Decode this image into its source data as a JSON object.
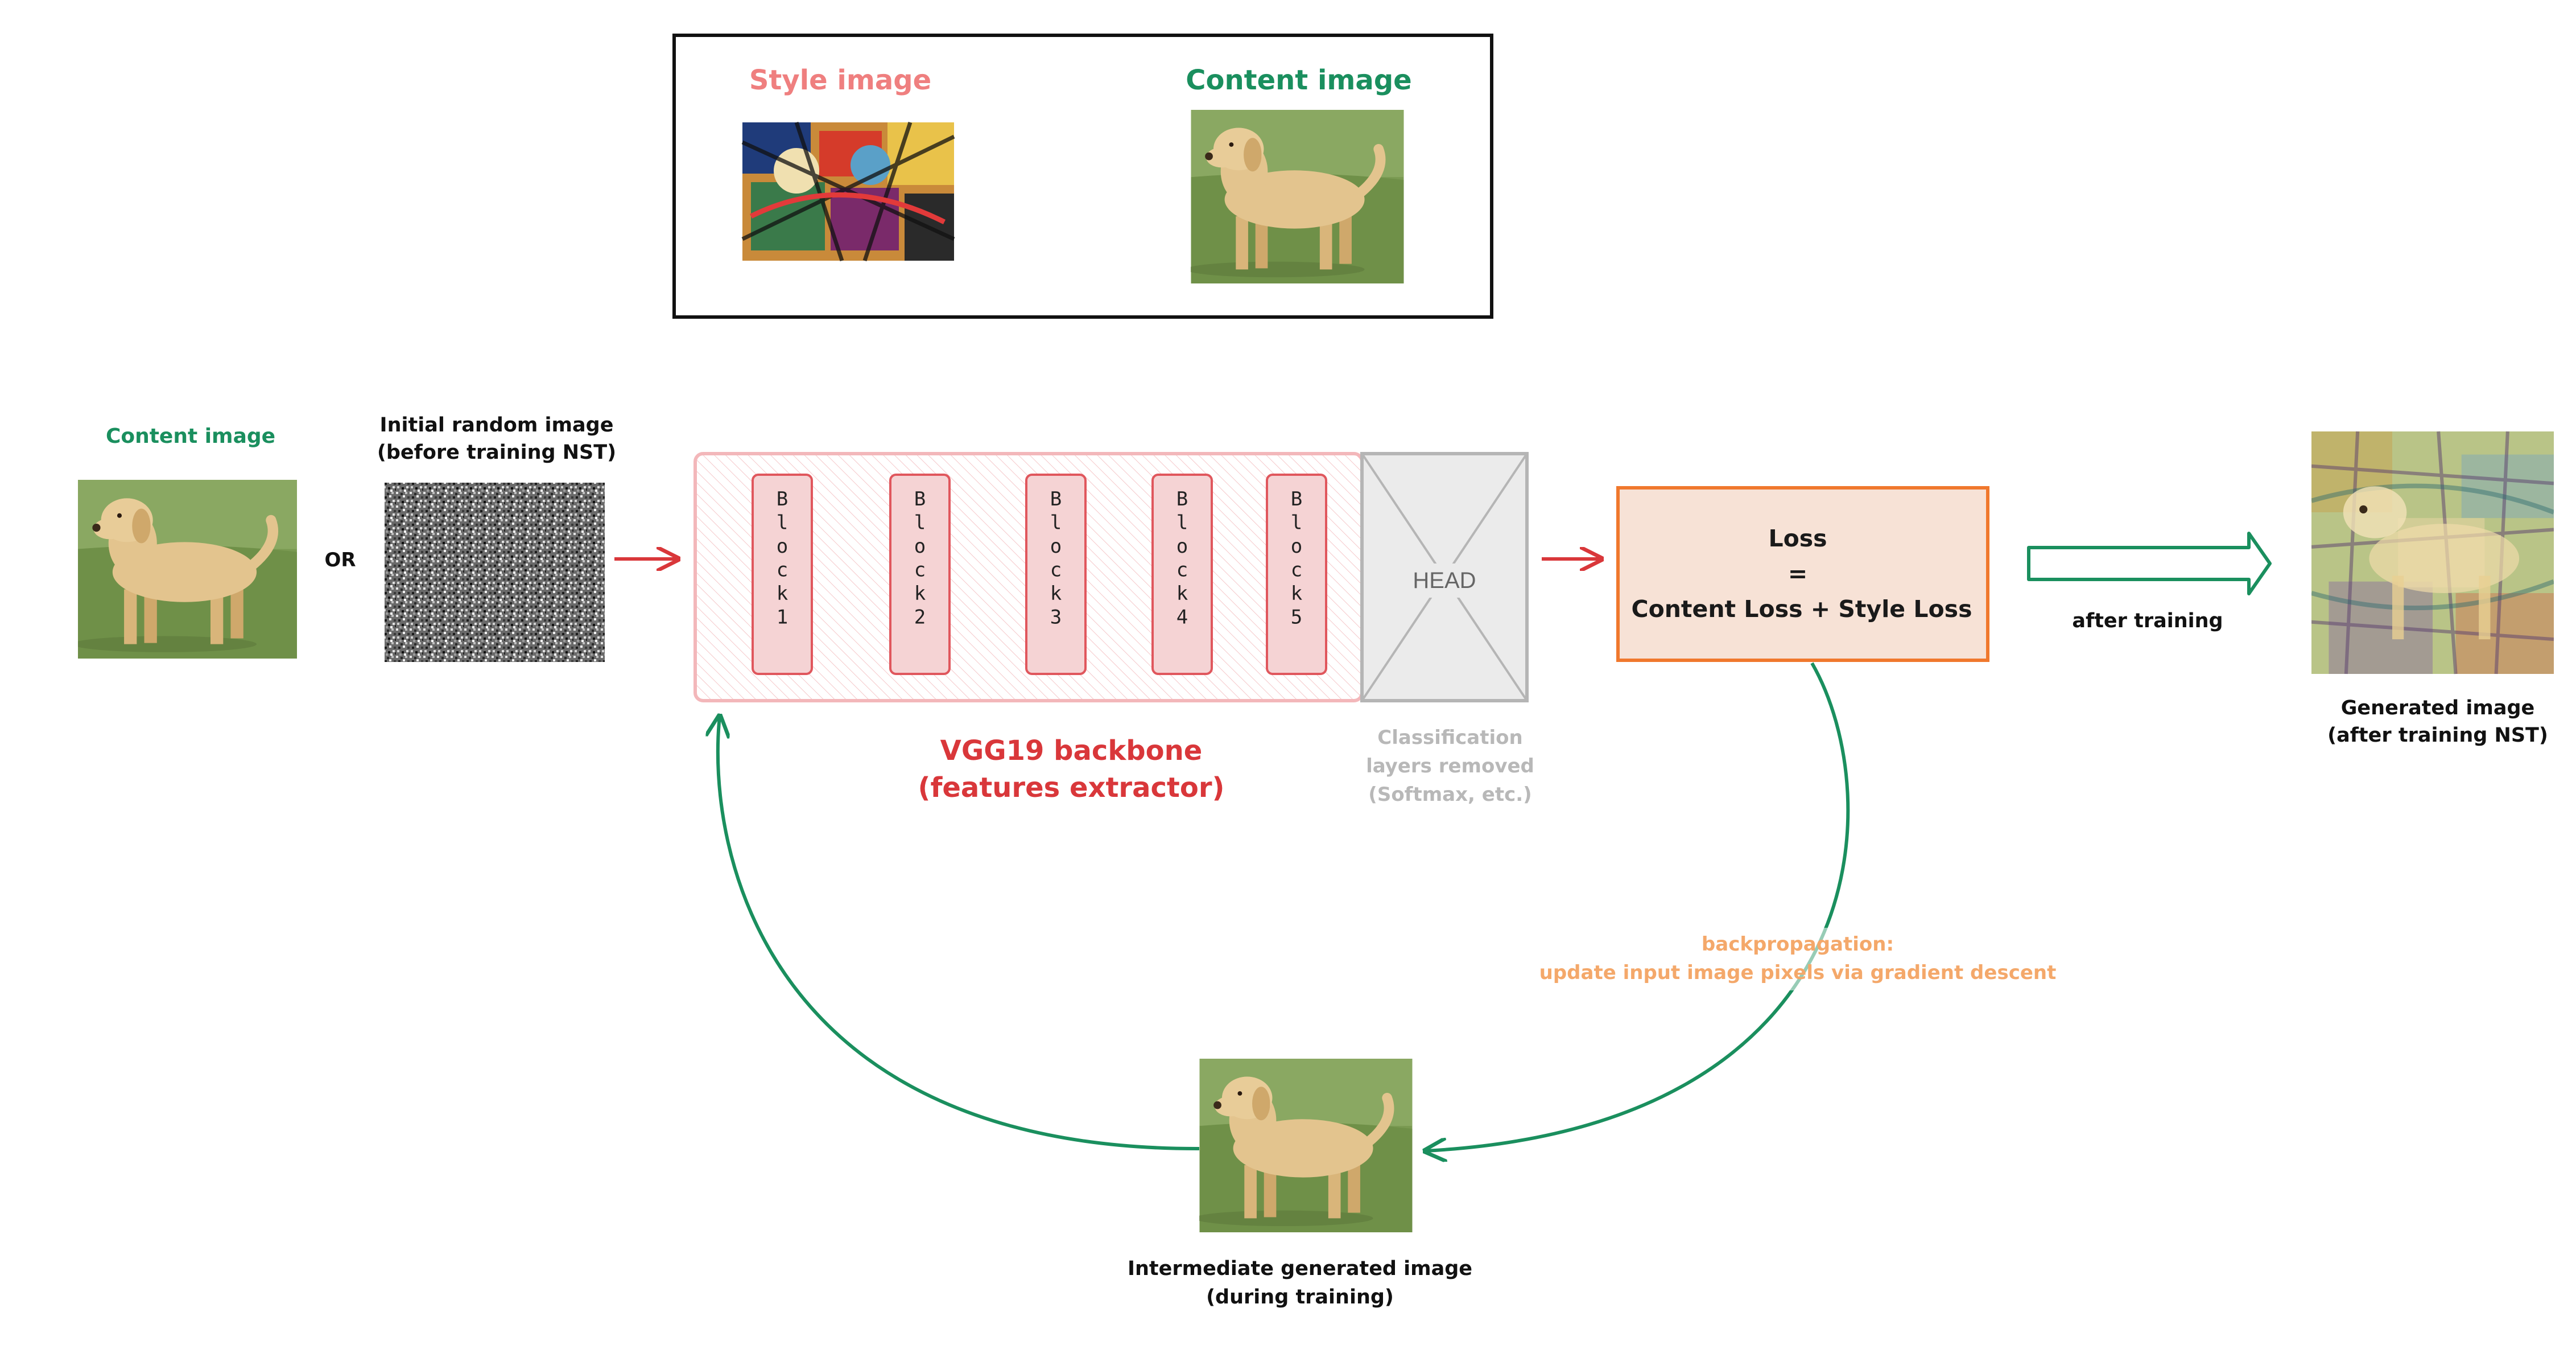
{
  "legend_box": {
    "style_label": "Style image",
    "content_label": "Content image"
  },
  "inputs": {
    "content_label": "Content image",
    "or_label": "OR",
    "random_label_line1": "Initial random image",
    "random_label_line2": "(before training NST)"
  },
  "backbone": {
    "blocks": [
      "Block1",
      "Block2",
      "Block3",
      "Block4",
      "Block5"
    ],
    "label_line1": "VGG19 backbone",
    "label_line2": "(features extractor)"
  },
  "head": {
    "label": "HEAD",
    "note_line1": "Classification",
    "note_line2": "layers removed",
    "note_line3": "(Softmax, etc.)"
  },
  "loss": {
    "line1": "Loss",
    "line2": "=",
    "line3": "Content Loss + Style Loss"
  },
  "output": {
    "after_label": "after training",
    "generated_line1": "Generated image",
    "generated_line2": "(after training NST)"
  },
  "feedback": {
    "backprop_line1": "backpropagation:",
    "backprop_line2": "update input image pixels via gradient descent",
    "intermediate_line1": "Intermediate generated image",
    "intermediate_line2": "(during training)"
  },
  "colors": {
    "style_pink": "#ef7f7f",
    "green": "#1a8f5e",
    "red": "#d9373a",
    "orange": "#f0782d",
    "loss_fill": "#f7e2d6",
    "backprop_orange": "#f4a86a",
    "head_gray": "#a8a8a8",
    "block_fill": "#f5d3d4",
    "block_border": "#e0575d"
  },
  "icons": {
    "dog_photo": "labrador-dog-photo-icon",
    "abstract_painting": "abstract-painting-icon",
    "noise": "random-noise-icon",
    "stylized_dog": "stylized-dog-icon"
  }
}
